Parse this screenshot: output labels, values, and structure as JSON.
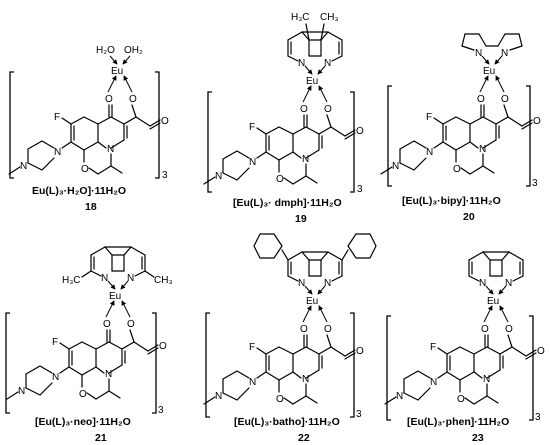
{
  "compounds": [
    {
      "formula": "Eu(L)₃·H₂O]·11H₂O",
      "number": "18",
      "n": "3",
      "ligand": "water",
      "aqua": [
        "H₂O",
        "OH₂"
      ]
    },
    {
      "formula": "[Eu(L)₃· dmph]·11H₂O",
      "number": "19",
      "n": "3",
      "ligand": "dmph",
      "methyls": [
        "H₃C",
        "CH₃"
      ]
    },
    {
      "formula": "[Eu(L)₃·bipy]·11H₂O",
      "number": "20",
      "n": "3",
      "ligand": "bipy"
    },
    {
      "formula": "[Eu(L)₃·neo]·11H₂O",
      "number": "21",
      "n": "3",
      "ligand": "neo",
      "methyls": [
        "H₃C",
        "CH₃"
      ]
    },
    {
      "formula": "[Eu(L)₃·batho]·11H₂O",
      "number": "22",
      "n": "3",
      "ligand": "batho"
    },
    {
      "formula": "[Eu(L)₃·phen]·11H₂O",
      "number": "23",
      "n": "3",
      "ligand": "phen"
    }
  ],
  "labels": {
    "metal": "Eu",
    "nitrogen": "N",
    "oxygen": "O",
    "fluorine": "F"
  }
}
